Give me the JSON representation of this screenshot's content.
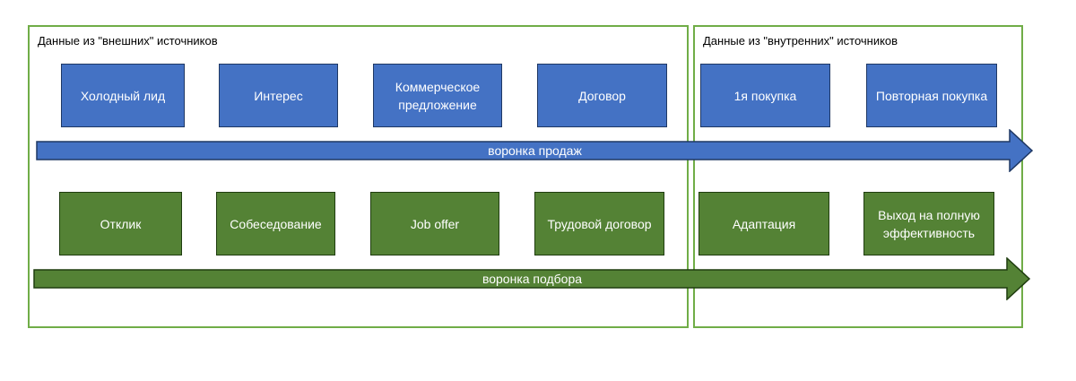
{
  "groups": {
    "external": {
      "title": "Данные из \"внешних\" источников"
    },
    "internal": {
      "title": "Данные из \"внутренних\" источников"
    }
  },
  "sales_funnel": {
    "label": "воронка продаж",
    "color": "#4472c4",
    "stages": [
      "Холодный лид",
      "Интерес",
      "Коммерческое предложение",
      "Договор",
      "1я покупка",
      "Повторная покупка"
    ]
  },
  "hiring_funnel": {
    "label": "воронка подбора",
    "color": "#548235",
    "stages": [
      "Отклик",
      "Собеседование",
      "Job offer",
      "Трудовой договор",
      "Адаптация",
      "Выход на полную эффективность"
    ]
  },
  "colors": {
    "group_border": "#70ad47"
  }
}
